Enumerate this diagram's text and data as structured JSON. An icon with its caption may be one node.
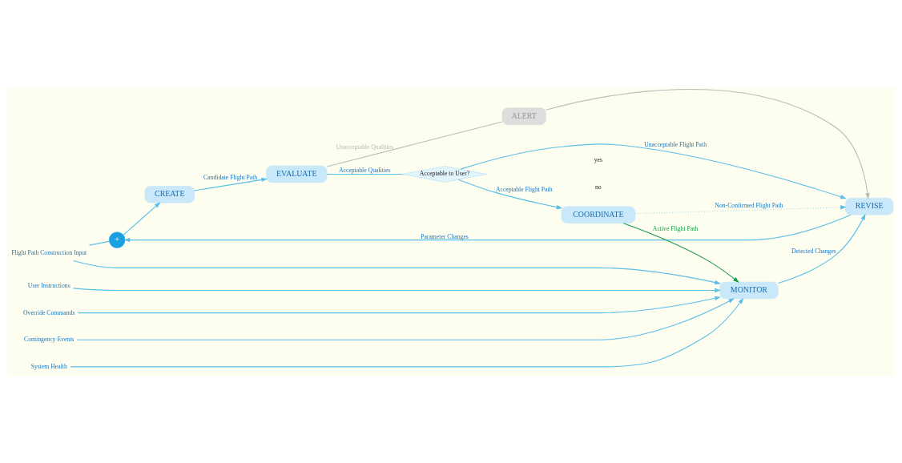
{
  "diagram": {
    "nodes": [
      {
        "text": [
          "Flight Path Construction Input"
        ]
      },
      {
        "text": [
          "User Instructions"
        ]
      },
      {
        "text": [
          "Override Commands"
        ]
      },
      {
        "text": [
          "Contingency Events"
        ]
      },
      {
        "text": [
          "System Health"
        ]
      },
      {
        "text": [
          "+"
        ]
      },
      {
        "text": [
          "CREATE"
        ]
      },
      {
        "text": [
          "EVALUATE"
        ]
      },
      {
        "text": [
          "ALERT"
        ]
      },
      {
        "text": [
          "REVISE"
        ]
      },
      {
        "text": [
          "Acceptable to User?"
        ],
        "beside": [
          "no",
          "yes"
        ]
      },
      {
        "text": [
          "MONITOR"
        ]
      },
      {
        "text": [
          "COORDINATE"
        ]
      }
    ],
    "edges": [
      {
        "from": 0,
        "to": 5,
        "arrow": "none"
      },
      {
        "from": 5,
        "to": 6,
        "arrow": "to"
      },
      {
        "from": 6,
        "to": 7,
        "arrow": "to",
        "label": "Candidate Flight Path"
      },
      {
        "from": 7,
        "to": 8,
        "arrow": "none",
        "label": "Unacceptable Qualities",
        "color": "#bbbbbb"
      },
      {
        "from": 7,
        "to": 10,
        "arrow": "none",
        "label": "Acceptable Qualities"
      },
      {
        "from": 10,
        "to": 9,
        "arrow": "to",
        "label": "Unacceptable Flight Path"
      },
      {
        "from": 10,
        "to": 12,
        "arrow": "to",
        "label": "Acceptable Flight Path"
      },
      {
        "from": 8,
        "to": 9,
        "arrow": "to",
        "color": "#bbbbbb"
      },
      {
        "from": 9,
        "to": 5,
        "arrow": "to",
        "label": "Parameter Changes"
      },
      {
        "from": 11,
        "to": 9,
        "arrow": "to",
        "label": "Detected Changes"
      },
      {
        "from": 12,
        "to": 9,
        "arrow": "to",
        "label": "Non-Confirmed Flight Path",
        "style": "dashed"
      },
      {
        "from": 12,
        "to": 11,
        "arrow": "to",
        "label": "Active Flight Path",
        "color": "#1a9a4a"
      },
      {
        "from": 0,
        "to": 11,
        "arrow": "to"
      },
      {
        "from": 1,
        "to": 11,
        "arrow": "to"
      },
      {
        "from": 2,
        "to": 11,
        "arrow": "to"
      },
      {
        "from": 3,
        "to": 11,
        "arrow": "to"
      },
      {
        "from": 4,
        "to": 11,
        "arrow": "to"
      }
    ]
  }
}
